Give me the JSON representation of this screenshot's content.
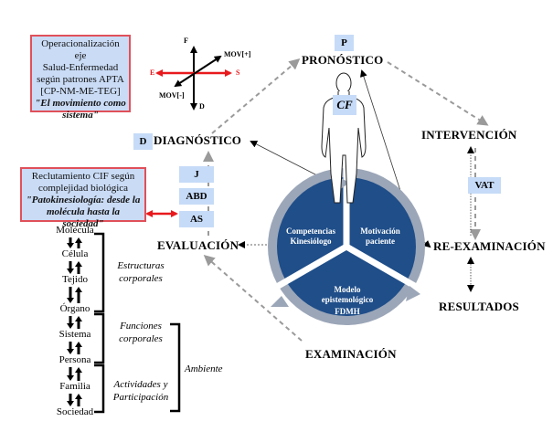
{
  "colors": {
    "box_fill": "#c6dbf7",
    "box_border": "#e0505a",
    "red_arrow": "#e8191c",
    "circle_blue": "#1f4e89",
    "ring_gray": "#9ba6b8",
    "dashed_gray": "#9a9a9a"
  },
  "top_left_box": {
    "lines": [
      "Operacionalización eje",
      "Salud-Enfermedad",
      "según patrones APTA",
      "[CP-NM-ME-TEG]"
    ],
    "emphasis": "\"El movimiento como sistema\""
  },
  "axes": {
    "up": "F",
    "down": "D",
    "left": "E",
    "right": "S",
    "diag_plus": "MOV[+]",
    "diag_minus": "MOV[-]"
  },
  "stages": {
    "pronostico": "PRONÓSTICO",
    "diagnostico": "DIAGNÓSTICO",
    "intervencion": "INTERVENCIÓN",
    "evaluacion": "EVALUACIÓN",
    "reexaminacion": "RE-EXAMINACIÓN",
    "resultados": "RESULTADOS",
    "examinacion": "EXAMINACIÓN"
  },
  "tags": {
    "p": "P",
    "cf": "CF",
    "d": "D",
    "j": "J",
    "abd": "ABD",
    "as": "AS",
    "vat": "VAT"
  },
  "cif_box": {
    "lines": [
      "Reclutamiento CIF según",
      "complejidad biológica"
    ],
    "emphasis": "\"Patokinesiología: desde la molécula hasta la sociedad\""
  },
  "circle": {
    "segments": [
      {
        "label": "Competencias Kinesiólogo"
      },
      {
        "label": "Motivación paciente"
      },
      {
        "label": "Modelo epistemológico",
        "sub": "FDMH"
      }
    ]
  },
  "levels": [
    "Molécula",
    "Célula",
    "Tejido",
    "Órgano",
    "Sistema",
    "Persona",
    "Familia",
    "Sociedad"
  ],
  "categories": {
    "estructuras": "Estructuras corporales",
    "funciones": "Funciones corporales",
    "actividades": "Actividades y Participación",
    "ambiente": "Ambiente"
  }
}
